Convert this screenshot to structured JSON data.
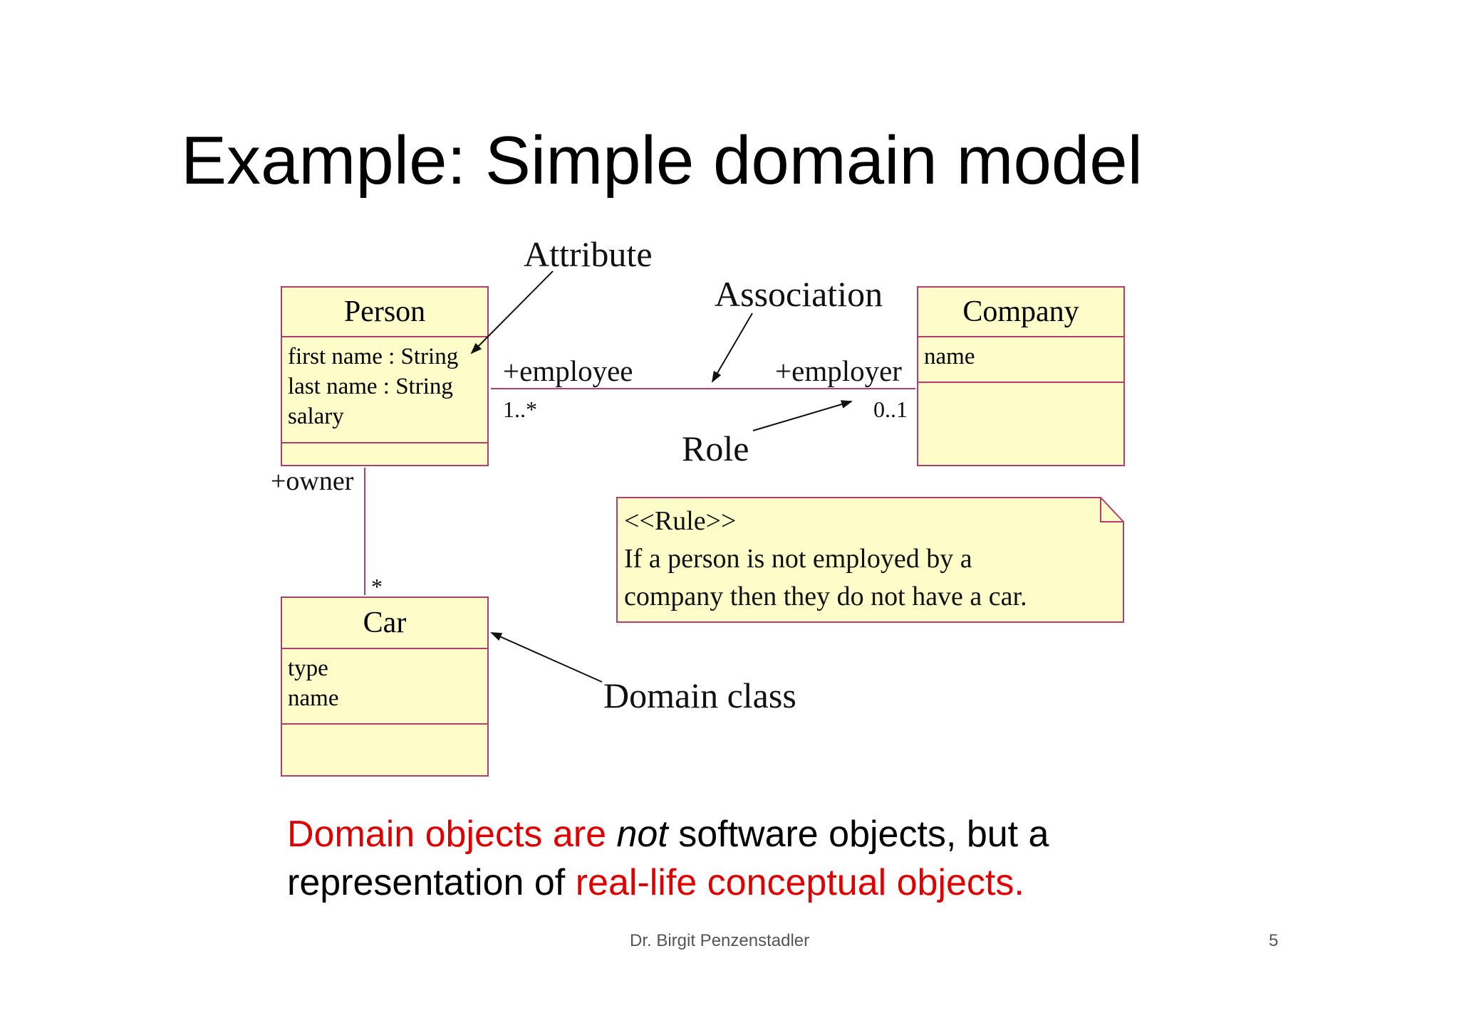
{
  "slide": {
    "title": "Example: Simple domain model",
    "page_number": "5",
    "author": "Dr. Birgit Penzenstadler"
  },
  "diagram": {
    "classes": {
      "person": {
        "name": "Person",
        "attributes": [
          "first name : String",
          "last name : String",
          "salary"
        ]
      },
      "company": {
        "name": "Company",
        "attributes": [
          "name"
        ]
      },
      "car": {
        "name": "Car",
        "attributes": [
          "type",
          "name"
        ]
      }
    },
    "roles": {
      "employee": "+employee",
      "employee_mult": "1..*",
      "employer": "+employer",
      "employer_mult": "0..1",
      "owner": "+owner",
      "car_mult": "*"
    },
    "annotations": {
      "attribute": "Attribute",
      "association": "Association",
      "role": "Role",
      "domain_class": "Domain class"
    },
    "note": {
      "stereotype": "<<Rule>>",
      "line1": "If a person is not employed by a",
      "line2": "company then they do not have a car."
    }
  },
  "caption": {
    "part1": "Domain objects are ",
    "part2": "not",
    "part3": " software objects, but a",
    "part4": "representation of ",
    "part5": "real-life conceptual objects."
  },
  "colors": {
    "class_fill": "#fefcc8",
    "class_border": "#b0406a",
    "caption_highlight": "#e00000"
  }
}
